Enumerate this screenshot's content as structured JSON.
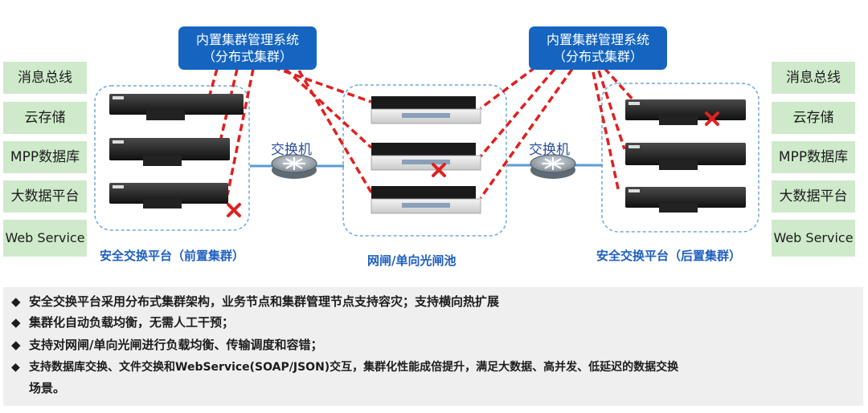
{
  "left_services": [
    "消息总线",
    "云存储",
    "MPP数据库",
    "大数据平台",
    "Web Service"
  ],
  "right_services": [
    "消息总线",
    "云存储",
    "MPP数据库",
    "大数据平台",
    "Web Service"
  ],
  "mgmt_left": {
    "line1": "内置集群管理系统",
    "line2": "（分布式集群）"
  },
  "mgmt_right": {
    "line1": "内置集群管理系统",
    "line2": "（分布式集群）"
  },
  "switch_left": "交换机",
  "switch_right": "交换机",
  "cluster_labels": {
    "front": "安全交换平台（前置集群）",
    "gateway": "网闸/单向光闸池",
    "back": "安全交换平台（后置集群）"
  },
  "bullet_symbol": "◆",
  "notes": [
    "安全交换平台采用分布式集群架构，业务节点和集群管理节点支持容灾；支持横向热扩展",
    "集群化自动负载均衡，无需人工干预；",
    "支持对网闸/单向光闸进行负载均衡、传输调度和容错；",
    "支持数据库交换、文件交换和WebService(SOAP/JSON)交互，集群化性能成倍提升，满足大数据、高并发、低延迟的数据交换",
    "场景。"
  ],
  "colors": {
    "mgmt_blue": "#1565c0",
    "service_green": "#cfeacb",
    "label_blue": "#1f5fbf",
    "link_red": "#e02020",
    "dashed_border": "#6fa8dc",
    "network_line": "#5b9bd5"
  }
}
